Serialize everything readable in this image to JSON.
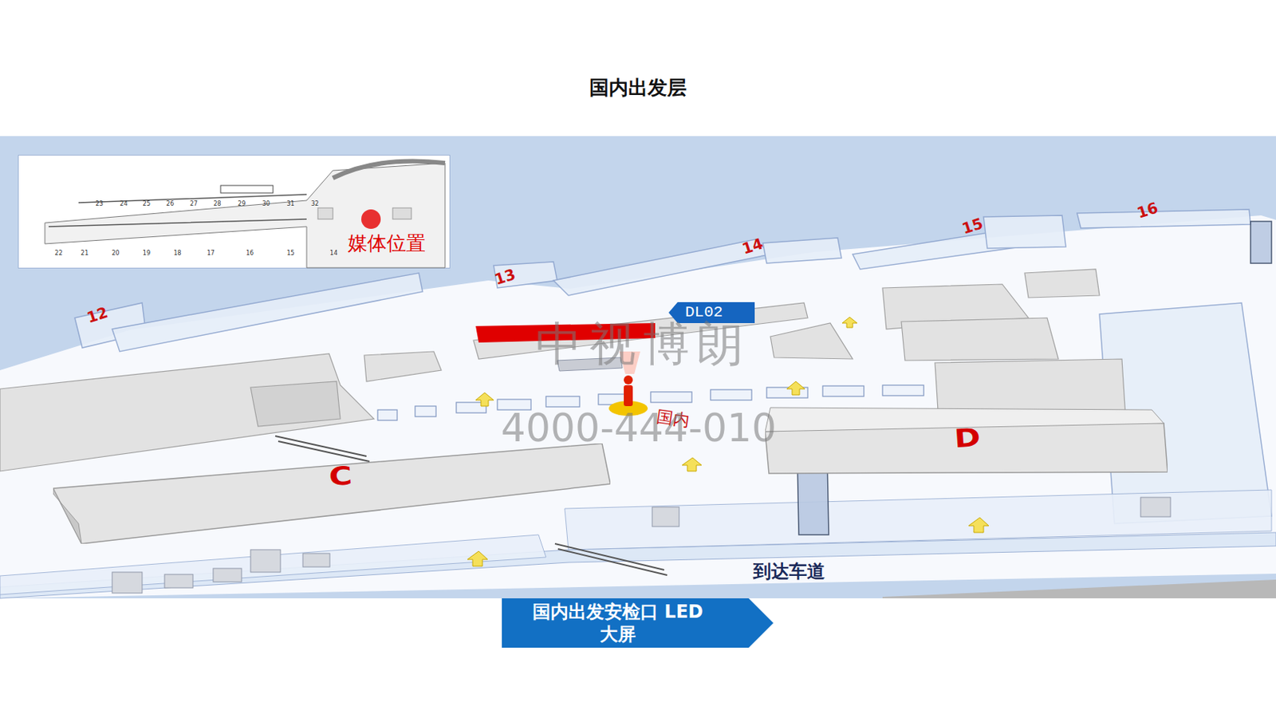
{
  "diagram": {
    "title": "国内出发层",
    "nodes": [
      {
        "text": [
          "媒体位置"
        ]
      },
      {
        "text": [
          "DL02"
        ]
      },
      {
        "text": [
          "C"
        ]
      },
      {
        "text": [
          "D"
        ]
      },
      {
        "text": [
          "国内出发安检口 LED大屏"
        ]
      }
    ],
    "labels": [
      "到达车道",
      "12",
      "13",
      "14",
      "15",
      "16",
      "国内",
      "中视博朗",
      "4000-444-010",
      "23",
      "24",
      "25",
      "26",
      "27",
      "28",
      "29",
      "30",
      "31",
      "32",
      "22",
      "21",
      "20",
      "19",
      "18",
      "17",
      "16",
      "15",
      "14"
    ]
  }
}
